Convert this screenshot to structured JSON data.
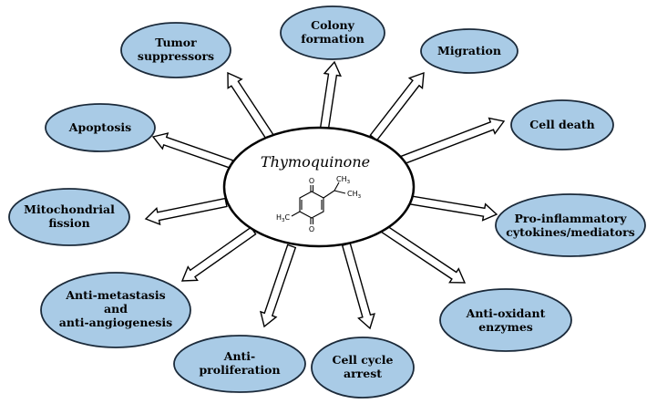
{
  "center": {
    "title": "Thymoquinone",
    "atoms": {
      "o_top": "O",
      "o_bottom": "O",
      "ch3_a": "CH",
      "ch3_a_sub": "3",
      "ch3_b": "CH",
      "ch3_b_sub": "3",
      "h3c_prefix": "H",
      "h3c_sub": "3",
      "h3c_suffix": "C"
    }
  },
  "nodes": [
    {
      "id": "colony",
      "lines": [
        "Colony",
        "formation"
      ]
    },
    {
      "id": "migration",
      "lines": [
        "Migration"
      ]
    },
    {
      "id": "cell-death",
      "lines": [
        "Cell death"
      ]
    },
    {
      "id": "pro-inflammatory",
      "lines": [
        "Pro-inflammatory",
        "cytokines/mediators"
      ]
    },
    {
      "id": "anti-oxidant",
      "lines": [
        "Anti-oxidant",
        "enzymes"
      ]
    },
    {
      "id": "cell-cycle",
      "lines": [
        "Cell cycle",
        "arrest"
      ]
    },
    {
      "id": "anti-proliferation",
      "lines": [
        "Anti-",
        "proliferation"
      ]
    },
    {
      "id": "anti-metastasis",
      "lines": [
        "Anti-metastasis",
        "and",
        "anti-angiogenesis"
      ]
    },
    {
      "id": "mitochondrial",
      "lines": [
        "Mitochondrial",
        "fission"
      ]
    },
    {
      "id": "apoptosis",
      "lines": [
        "Apoptosis"
      ]
    },
    {
      "id": "tumor-suppressors",
      "lines": [
        "Tumor",
        "suppressors"
      ]
    }
  ],
  "colors": {
    "bubble_fill": "#a9cbe6",
    "bubble_stroke": "#1b2a3a",
    "arrow_fill": "#ffffff"
  }
}
